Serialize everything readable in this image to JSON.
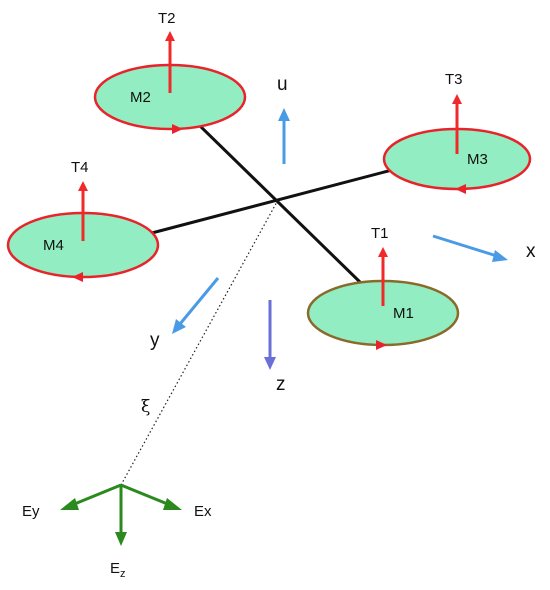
{
  "colors": {
    "thrust": "#f02a2a",
    "body_axes": "#4a9be6",
    "z_axis": "#6a6fd8",
    "earth_axes": "#2b8a1d",
    "rotor_fill": "#92eec2",
    "rotor_edge": "#e8232a",
    "rotor_edge_m1": "#8a6a2a",
    "arm": "#111111"
  },
  "motors": [
    {
      "id": "m1",
      "label": "M1",
      "thrust": "T1"
    },
    {
      "id": "m2",
      "label": "M2",
      "thrust": "T2"
    },
    {
      "id": "m3",
      "label": "M3",
      "thrust": "T3"
    },
    {
      "id": "m4",
      "label": "M4",
      "thrust": "T4"
    }
  ],
  "body_axes": {
    "x": "x",
    "y": "y",
    "z": "z",
    "u": "u"
  },
  "earth_frame": {
    "ex": "Ex",
    "ey": "Ey",
    "ez_base": "E",
    "ez_sub": "z"
  },
  "offset_label": "ξ"
}
